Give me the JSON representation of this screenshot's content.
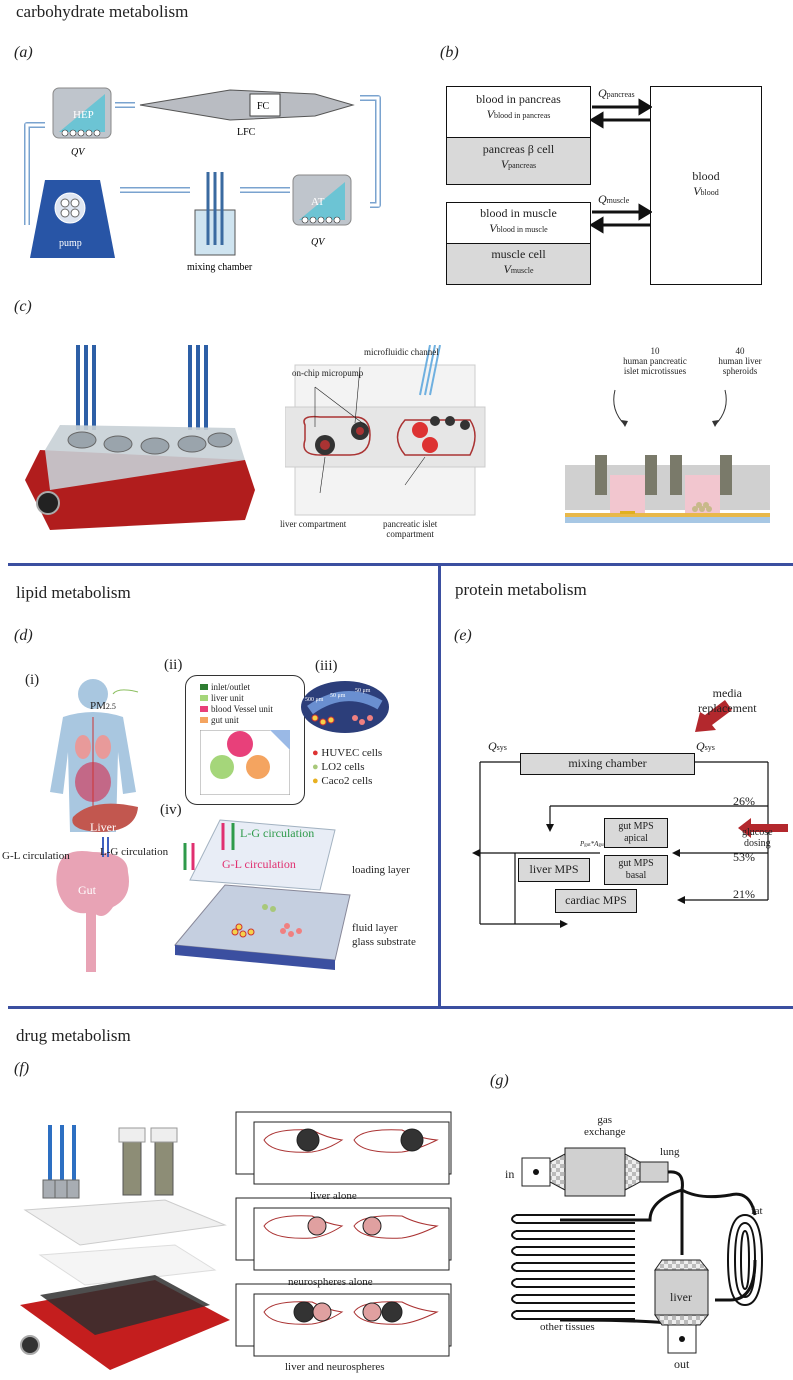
{
  "sections": {
    "carb": "carbohydrate metabolism",
    "lipid": "lipid metabolism",
    "protein": "protein metabolism",
    "drug": "drug metabolism"
  },
  "panels": {
    "a": "(a)",
    "b": "(b)",
    "c": "(c)",
    "d": "(d)",
    "e": "(e)",
    "f": "(f)",
    "g": "(g)"
  },
  "a": {
    "hep": "HEP",
    "fc": "FC",
    "lfc": "LFC",
    "qv1": "QV",
    "at": "AT",
    "qv2": "QV",
    "pump": "pump",
    "mixing": "mixing chamber"
  },
  "b": {
    "blood_pancreas": "blood in pancreas",
    "v_blood_pancreas": "V",
    "v_blood_pancreas_sub": "blood in pancreas",
    "pancreas_cell": "pancreas β cell",
    "v_pancreas": "V",
    "v_pancreas_sub": "pancreas",
    "blood_muscle": "blood in muscle",
    "v_blood_muscle": "V",
    "v_blood_muscle_sub": "blood in muscle",
    "muscle_cell": "muscle cell",
    "v_muscle": "V",
    "v_muscle_sub": "muscle",
    "blood": "blood",
    "v_blood": "V",
    "v_blood_sub": "blood",
    "q_pancreas": "Q",
    "q_pancreas_sub": "pancreas",
    "q_muscle": "Q",
    "q_muscle_sub": "muscle"
  },
  "c": {
    "micropump": "on-chip micropump",
    "channel": "microfluidic channel",
    "liver_comp": "liver compartment",
    "islet_comp1": "pancreatic islet",
    "islet_comp2": "compartment",
    "n10": "10",
    "islet1": "human pancreatic",
    "islet2": "islet microtissues",
    "n40": "40",
    "liver1": "human liver",
    "liver2": "spheroids"
  },
  "d": {
    "i": "(i)",
    "ii": "(ii)",
    "iii": "(iii)",
    "iv": "(iv)",
    "pm": "PM",
    "pm_sub": "2.5",
    "liver": "Liver",
    "gut": "Gut",
    "gl": "G-L circulation",
    "lg": "L-G circulation",
    "legend": [
      "inlet/outlet",
      "liver unit",
      "blood Vessel unit",
      "gut unit"
    ],
    "legend_colors": [
      "#2e7d32",
      "#a5d67a",
      "#e8407a",
      "#f4a460"
    ],
    "cells": [
      "HUVEC cells",
      "LO2 cells",
      "Caco2 cells"
    ],
    "scale1": "500 μm",
    "scale2": "50 μm",
    "scale3": "50 μm",
    "lg2": "L-G circulation",
    "gl2": "G-L circulation",
    "loading": "loading layer",
    "fluid": "fluid layer",
    "glass": "glass substrate"
  },
  "e": {
    "media1": "media",
    "media2": "replacement",
    "qsys": "Q",
    "qsys_sub": "sys",
    "mixing": "mixing chamber",
    "p26": "26%",
    "p53": "53%",
    "p21": "21%",
    "gut_apical1": "gut MPS",
    "gut_apical2": "apical",
    "gut_basal1": "gut MPS",
    "gut_basal2": "basal",
    "glucose1": "glucose",
    "glucose2": "dosing",
    "liver": "liver MPS",
    "cardiac": "cardiac MPS",
    "pa": "P",
    "pa_sub": "gut",
    "pa2": "*A",
    "pa2_sub": "gut"
  },
  "f": {
    "liver_alone": "liver alone",
    "neuro_alone": "neurospheres alone",
    "both": "liver and neurospheres"
  },
  "g": {
    "gas1": "gas",
    "gas2": "exchange",
    "lung": "lung",
    "in": "in",
    "fat": "fat",
    "liver": "liver",
    "other": "other tissues",
    "out": "out"
  }
}
